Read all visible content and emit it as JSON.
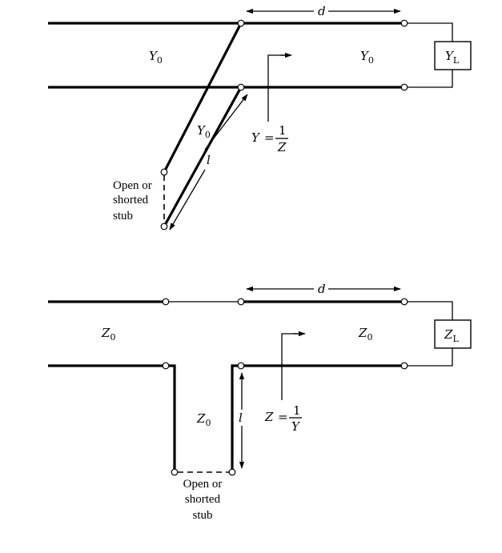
{
  "top_diagram": {
    "admittance_symbol": "Y",
    "admittance_subscript": "0",
    "load_symbol": "Y",
    "load_subscript": "L",
    "distance_label": "d",
    "stub_length_label": "l",
    "relation_lhs": "Y",
    "relation_eq": "=",
    "relation_num": "1",
    "relation_den": "Z",
    "stub_note": [
      "Open or",
      "shorted",
      "stub"
    ]
  },
  "bottom_diagram": {
    "impedance_symbol": "Z",
    "impedance_subscript": "0",
    "load_symbol": "Z",
    "load_subscript": "L",
    "distance_label": "d",
    "stub_length_label": "l",
    "relation_lhs": "Z",
    "relation_eq": "=",
    "relation_num": "1",
    "relation_den": "Y",
    "stub_note": [
      "Open or",
      "shorted",
      "stub"
    ]
  }
}
